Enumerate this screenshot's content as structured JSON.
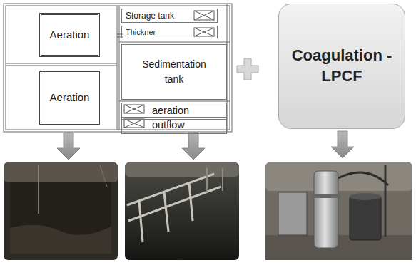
{
  "diagram": {
    "nodes": [
      {
        "text": [
          "Aeration"
        ]
      },
      {
        "text": [
          "Aeration"
        ]
      },
      {
        "text": [
          "Storage tank"
        ]
      },
      {
        "text": [
          "Thickner"
        ]
      },
      {
        "text": [
          "Sedimentation tank"
        ]
      },
      {
        "text": [
          "aeration"
        ]
      },
      {
        "text": [
          "outflow"
        ]
      },
      {
        "text": [
          "Coagulation -LPCF"
        ]
      }
    ]
  }
}
